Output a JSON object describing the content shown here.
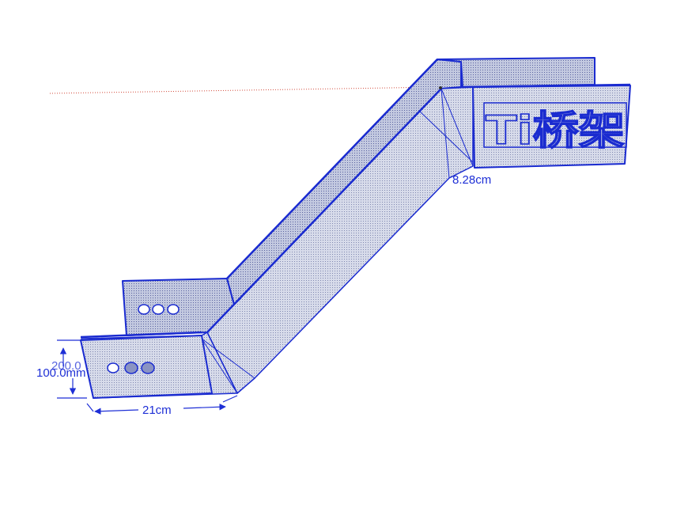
{
  "model": {
    "logo_text": "Ti桥架",
    "dimensions": {
      "slant_width": "8.28cm",
      "base_length": "21cm",
      "height_mm": "100.0mm",
      "height_overlap": "200.0"
    }
  },
  "colors": {
    "edge": "#1a2bd0",
    "face_fill": "#c5cbe0",
    "face_light": "#d9ddec",
    "dim": "#1e2fd6",
    "guide": "#d24a3a"
  }
}
